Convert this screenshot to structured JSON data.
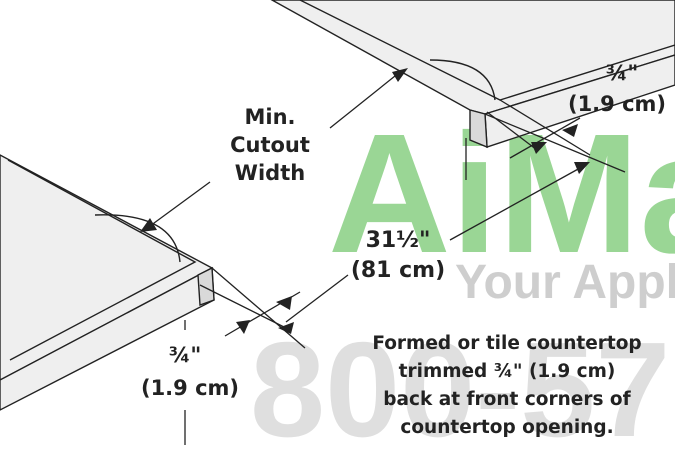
{
  "labels": {
    "min_cutout_line1": "Min.",
    "min_cutout_line2": "Cutout",
    "min_cutout_line3": "Width",
    "depth_top_inch": "¾\"",
    "depth_top_cm": "(1.9 cm)",
    "width_inch": "31½\"",
    "width_cm": "(81 cm)",
    "depth_bottom_inch": "¾\"",
    "depth_bottom_cm": "(1.9 cm)",
    "note_line1": "Formed or tile countertop",
    "note_line2": "trimmed ¾\" (1.9 cm)",
    "note_line3": "back at front corners of",
    "note_line4": "countertop opening."
  },
  "watermark": {
    "brand": "AiMa",
    "tagline": "Your Appl",
    "phone": "800-57"
  },
  "colors": {
    "line": "#222222",
    "counter_fill": "#efefef",
    "counter_edge": "#d6d6d6",
    "watermark_green": "#8fd18a",
    "watermark_blue": "#8bb0d6",
    "watermark_gray": "#c9c9c9"
  }
}
